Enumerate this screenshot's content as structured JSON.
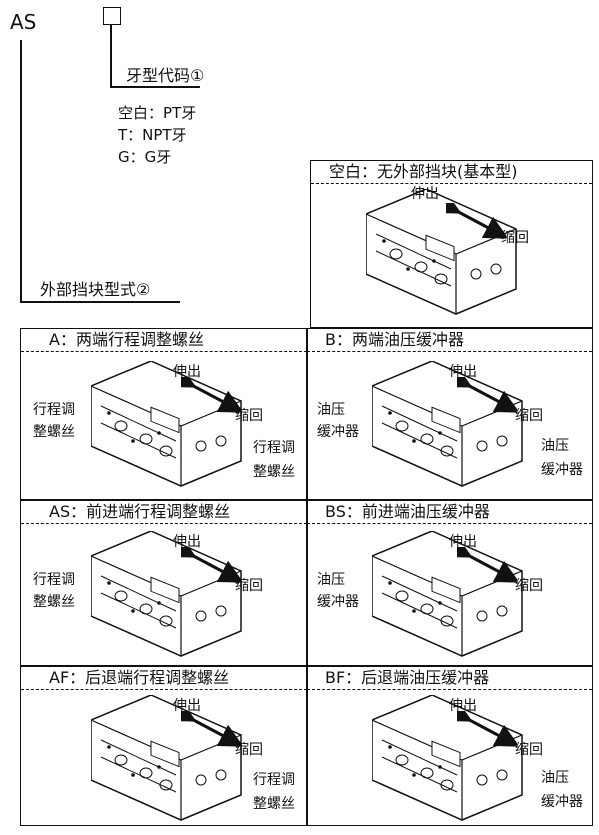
{
  "model_prefix": "AS",
  "thread_code": {
    "title": "牙型代码①",
    "options": [
      "空白：PT牙",
      "T：NPT牙",
      "G：G牙"
    ]
  },
  "stopper_type": {
    "title": "外部挡块型式②"
  },
  "variants": [
    {
      "title": "空白：无外部挡块(基本型)",
      "extend": "伸出",
      "retract": "缩回"
    },
    {
      "title": "A：两端行程调整螺丝",
      "extend": "伸出",
      "retract": "缩回",
      "callout_left": [
        "行程调",
        "整螺丝"
      ],
      "callout_right": [
        "行程调",
        "整螺丝"
      ]
    },
    {
      "title": "B：两端油压缓冲器",
      "extend": "伸出",
      "retract": "缩回",
      "callout_left": [
        "油压",
        "缓冲器"
      ],
      "callout_right": [
        "油压",
        "缓冲器"
      ]
    },
    {
      "title": "AS：前进端行程调整螺丝",
      "extend": "伸出",
      "retract": "缩回",
      "callout_left": [
        "行程调",
        "整螺丝"
      ]
    },
    {
      "title": "BS：前进端油压缓冲器",
      "extend": "伸出",
      "retract": "缩回",
      "callout_left": [
        "油压",
        "缓冲器"
      ]
    },
    {
      "title": "AF：后退端行程调整螺丝",
      "extend": "伸出",
      "retract": "缩回",
      "callout_right": [
        "行程调",
        "整螺丝"
      ]
    },
    {
      "title": "BF：后退端油压缓冲器",
      "extend": "伸出",
      "retract": "缩回",
      "callout_right": [
        "油压",
        "缓冲器"
      ]
    }
  ]
}
